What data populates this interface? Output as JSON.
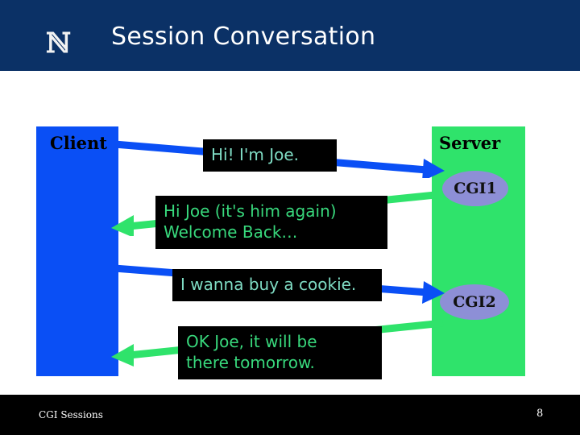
{
  "header": {
    "logo_glyph": "ℕ",
    "logo_icon_name": "university-n-logo",
    "title": "Session Conversation"
  },
  "diagram": {
    "client_label": "Client",
    "server_label": "Server",
    "processes": [
      {
        "label": "CGI1"
      },
      {
        "label": "CGI2"
      }
    ],
    "messages": [
      {
        "text": "Hi! I'm Joe.",
        "direction": "client-to-server"
      },
      {
        "text": "Hi Joe (it's him again)\nWelcome Back…",
        "direction": "server-to-client"
      },
      {
        "text": "I wanna buy a cookie.",
        "direction": "client-to-server"
      },
      {
        "text": "OK Joe, it will be\nthere tomorrow.",
        "direction": "server-to-client"
      }
    ],
    "colors": {
      "client": "#0a4ff5",
      "server": "#2fe36b",
      "process": "#8d8fd6",
      "message_bg": "#000000",
      "arrow_to_server": "#0a4ff5",
      "arrow_to_client": "#2fe36b"
    }
  },
  "footer": {
    "left_label": "CGI Sessions",
    "page_number": "8"
  }
}
